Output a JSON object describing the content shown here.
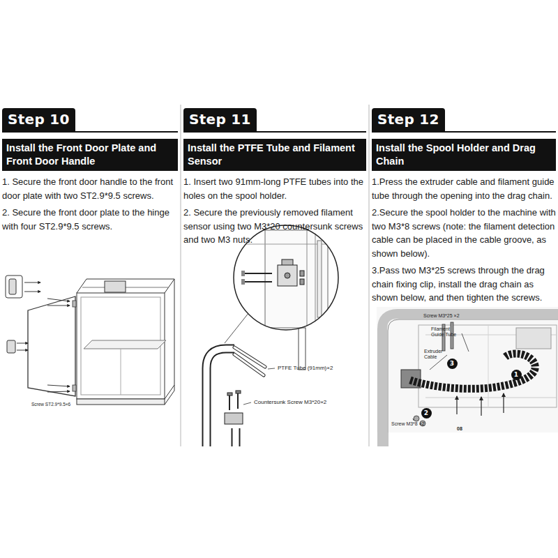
{
  "diagram": {
    "nodes": [
      {
        "text": [
          "Step 10"
        ]
      },
      {
        "text": [
          "Install the Front Door Plate and Front Door Handle"
        ]
      },
      {
        "text": [
          "Step 11"
        ]
      },
      {
        "text": [
          "Install the PTFE Tube and Filament Sensor"
        ]
      },
      {
        "text": [
          "Step 12"
        ]
      },
      {
        "text": [
          "Install the Spool Holder and Drag Chain"
        ]
      },
      {
        "text": [
          "3"
        ]
      },
      {
        "text": [
          "1"
        ]
      },
      {
        "text": [
          "2"
        ]
      }
    ],
    "labels": [
      "1. Secure the front door handle to the front door plate with two ST2.9*9.5 screws.",
      "2. Secure the front door plate to the hinge with four ST2.9*9.5 screws.",
      "Screw ST2.9*9.5×6",
      "1. Insert two 91mm-long PTFE tubes into the holes on the spool holder.",
      "2. Secure the previously removed filament sensor using two M3*20 countersunk screws and two M3 nuts.",
      "PTFE Tube (91mm)×2",
      "Countersunk Screw M3*20×2",
      "1.Press the extruder cable and filament guide tube through the opening into the drag chain.",
      "2.Secure the spool holder to the machine with two M3*8 screws (note: the filament detection cable can be placed in the cable groove, as shown below).",
      "3.Pass two M3*25 screws through the drag chain fixing clip, install the drag chain as shown below, and then tighten the screws.",
      "Screw M3*25 ×2",
      "Filament Guide Tube",
      "Extruder Cable",
      "Screw M3*8 ×2",
      "08"
    ]
  }
}
